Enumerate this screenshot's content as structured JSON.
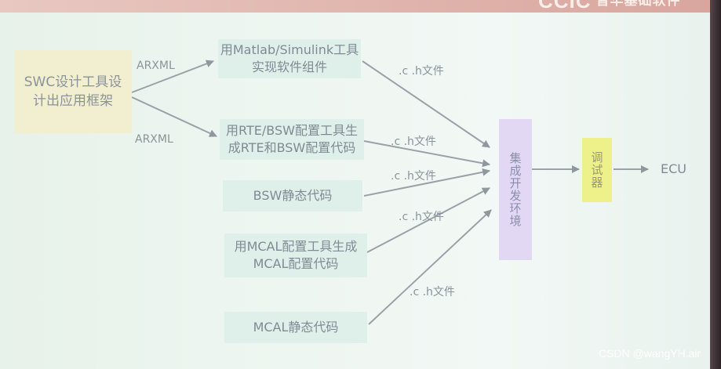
{
  "logo": {
    "mark": "CCIC",
    "text": "普华基础软件"
  },
  "nodes": {
    "swc": "SWC设计工具设计出应用框架",
    "matlab": "用Matlab/Simulink工具实现软件组件",
    "rte": "用RTE/BSW配置工具生成RTE和BSW配置代码",
    "bsw_static": "BSW静态代码",
    "mcal_cfg": "用MCAL配置工具生成MCAL配置代码",
    "mcal_static": "MCAL静态代码",
    "integration": "集成开发环境",
    "debugger": "调试器",
    "ecu": "ECU"
  },
  "edge_labels": {
    "arxml_top": "ARXML",
    "arxml_bottom": "ARXML",
    "ch_1": ".c .h文件",
    "ch_2": ".c .h文件",
    "ch_3": ".c .h文件",
    "ch_4": ".c .h文件",
    "ch_5": ".c .h文件"
  },
  "watermark": "CSDN @wangYH.air"
}
